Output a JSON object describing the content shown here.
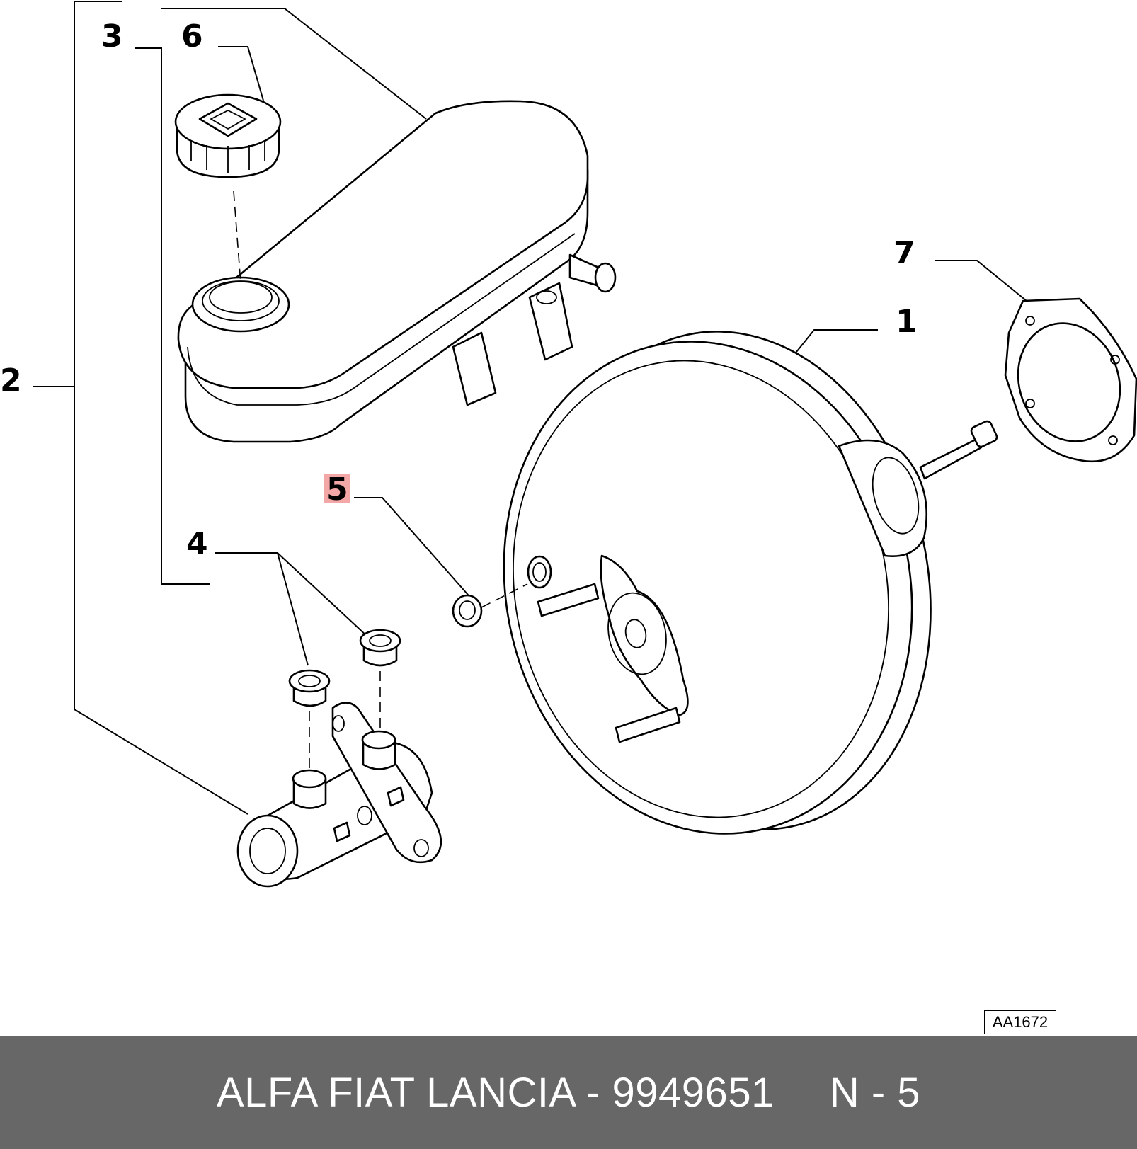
{
  "callouts": {
    "c1": "1",
    "c2": "2",
    "c3": "3",
    "c4": "4",
    "c5": "5",
    "c6": "6",
    "c7": "7"
  },
  "highlighted_callout": "5",
  "highlight_color": "#f08a8a",
  "reference_code": "AA1672",
  "footer": {
    "brand_and_part": "ALFA FIAT LANCIA - 9949651",
    "position": "N - 5"
  },
  "footer_color": "#676767"
}
